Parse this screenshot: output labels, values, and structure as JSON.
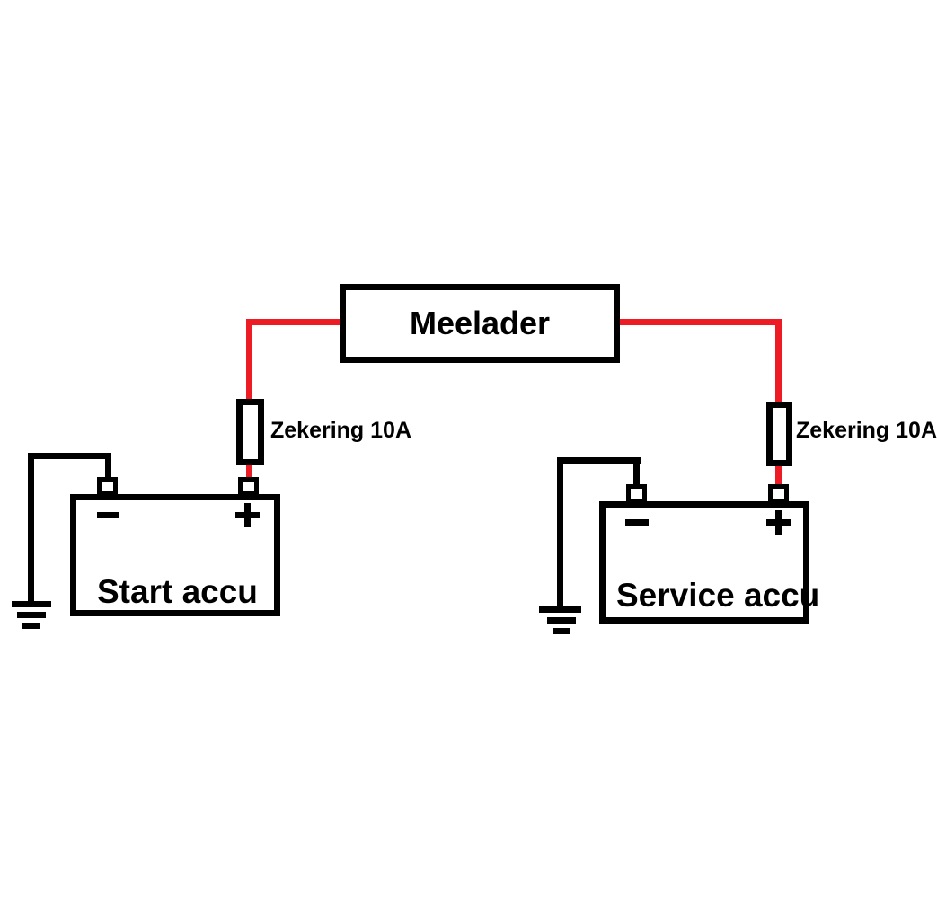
{
  "diagram": {
    "background_color": "#ffffff",
    "line_color": "#000000",
    "positive_wire_color": "#ed1c24",
    "charger": {
      "label": "Meelader"
    },
    "fuse_left": {
      "label": "Zekering 10A"
    },
    "fuse_right": {
      "label": "Zekering 10A"
    },
    "battery_start": {
      "label": "Start accu",
      "minus_symbol": "−",
      "plus_symbol": "+"
    },
    "battery_service": {
      "label": "Service accu",
      "minus_symbol": "−",
      "plus_symbol": "+"
    }
  }
}
